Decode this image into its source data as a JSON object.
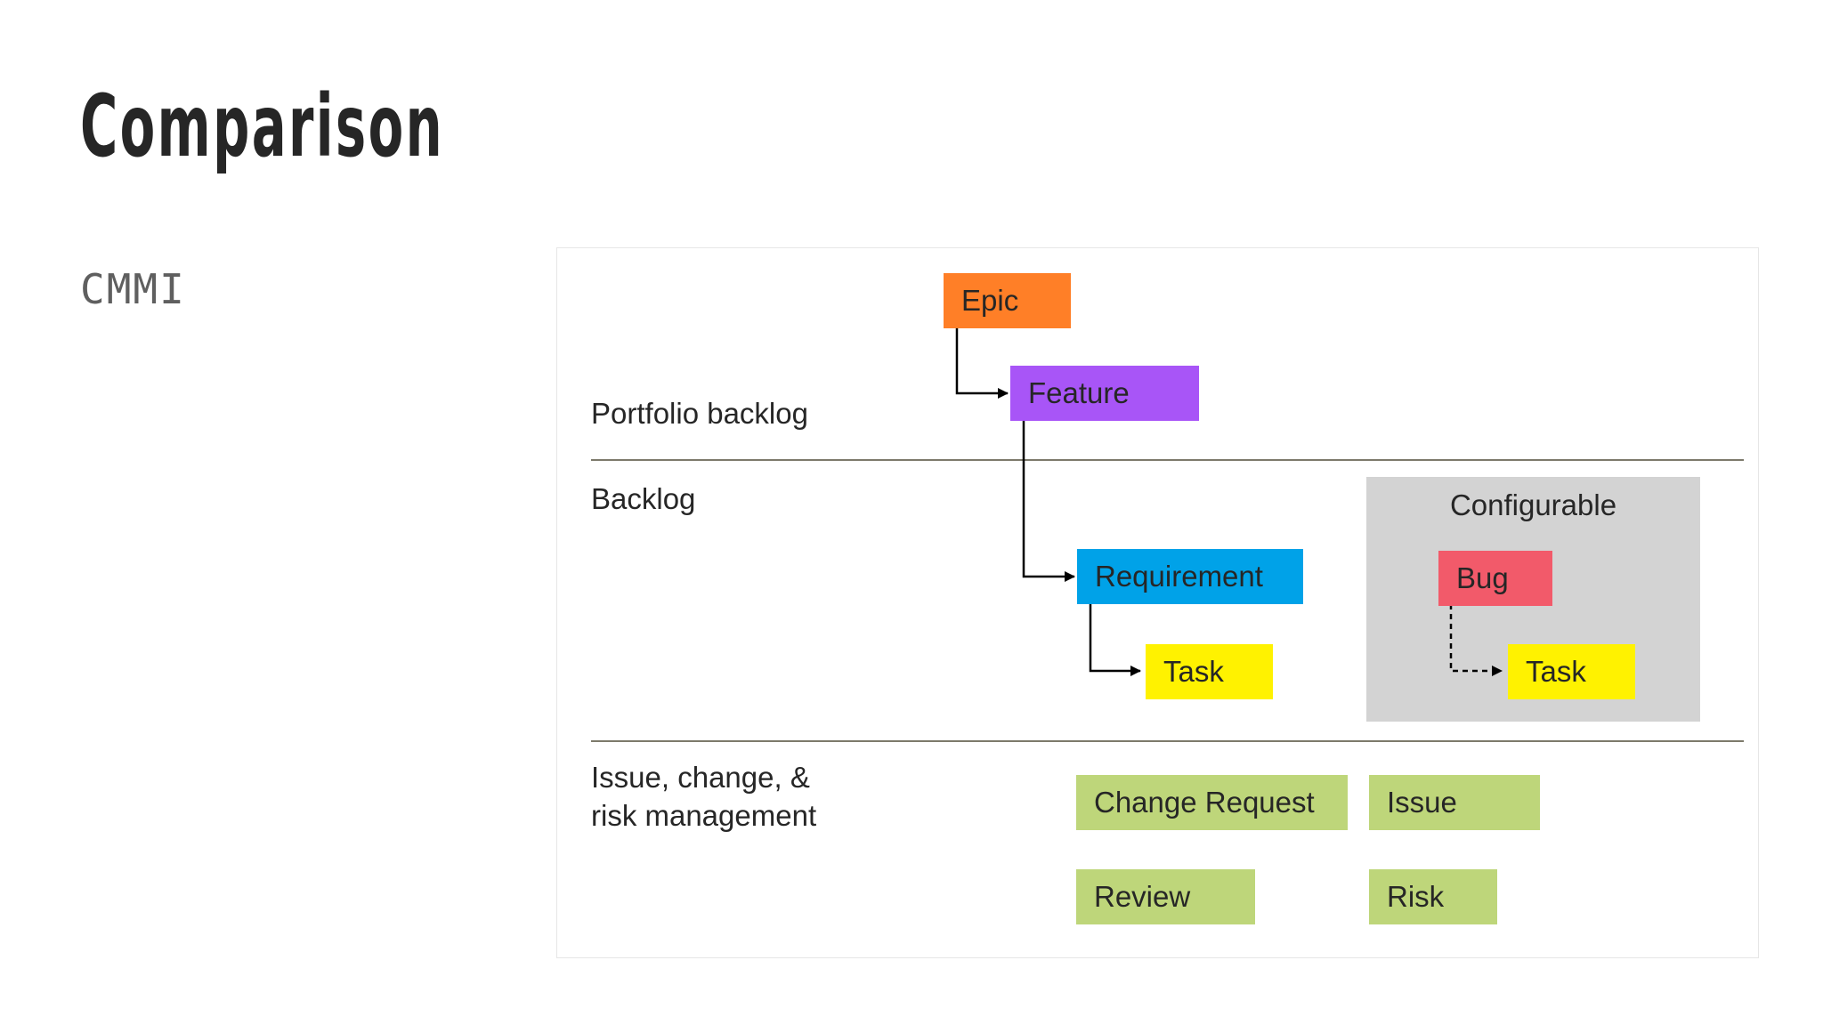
{
  "slide": {
    "title": "Comparison",
    "subtitle": "CMMI"
  },
  "diagram": {
    "lanes": {
      "portfolio": "Portfolio backlog",
      "backlog": "Backlog",
      "issue_line1": "Issue, change, &",
      "issue_line2": "risk management"
    },
    "configurable_label": "Configurable",
    "items": {
      "epic": "Epic",
      "feature": "Feature",
      "requirement": "Requirement",
      "task": "Task",
      "bug": "Bug",
      "bug_task": "Task",
      "change_request": "Change Request",
      "issue": "Issue",
      "review": "Review",
      "risk": "Risk"
    },
    "colors": {
      "epic": "#ff7f27",
      "feature": "#a855f7",
      "requirement": "#00a2e8",
      "task": "#fff200",
      "bug": "#f25a6a",
      "tracking": "#bed67a",
      "configurable_bg": "#d3d3d3",
      "lane_line": "#7d7a6b"
    }
  }
}
